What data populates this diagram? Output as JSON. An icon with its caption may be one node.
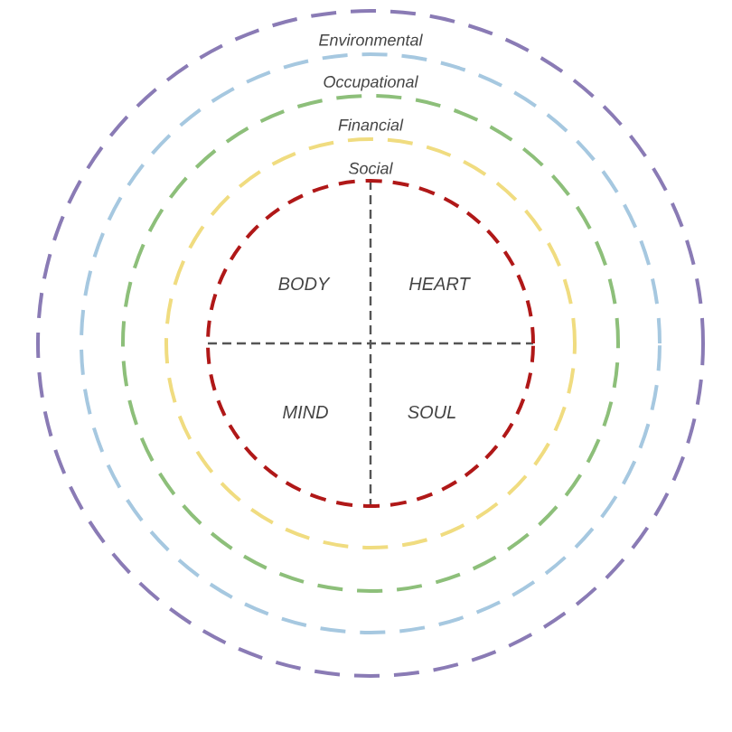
{
  "diagram": {
    "nodes": [
      {
        "text": [
          "Environmental"
        ]
      },
      {
        "text": [
          "Occupational"
        ],
        "in": 0
      },
      {
        "text": [
          "Financial"
        ],
        "in": 1
      },
      {
        "text": [
          "Social"
        ],
        "in": 2
      },
      {
        "text": [],
        "shape": "circle",
        "in": 3
      }
    ],
    "labels": [
      "BODY",
      "HEART",
      "MIND",
      "SOUL"
    ]
  }
}
